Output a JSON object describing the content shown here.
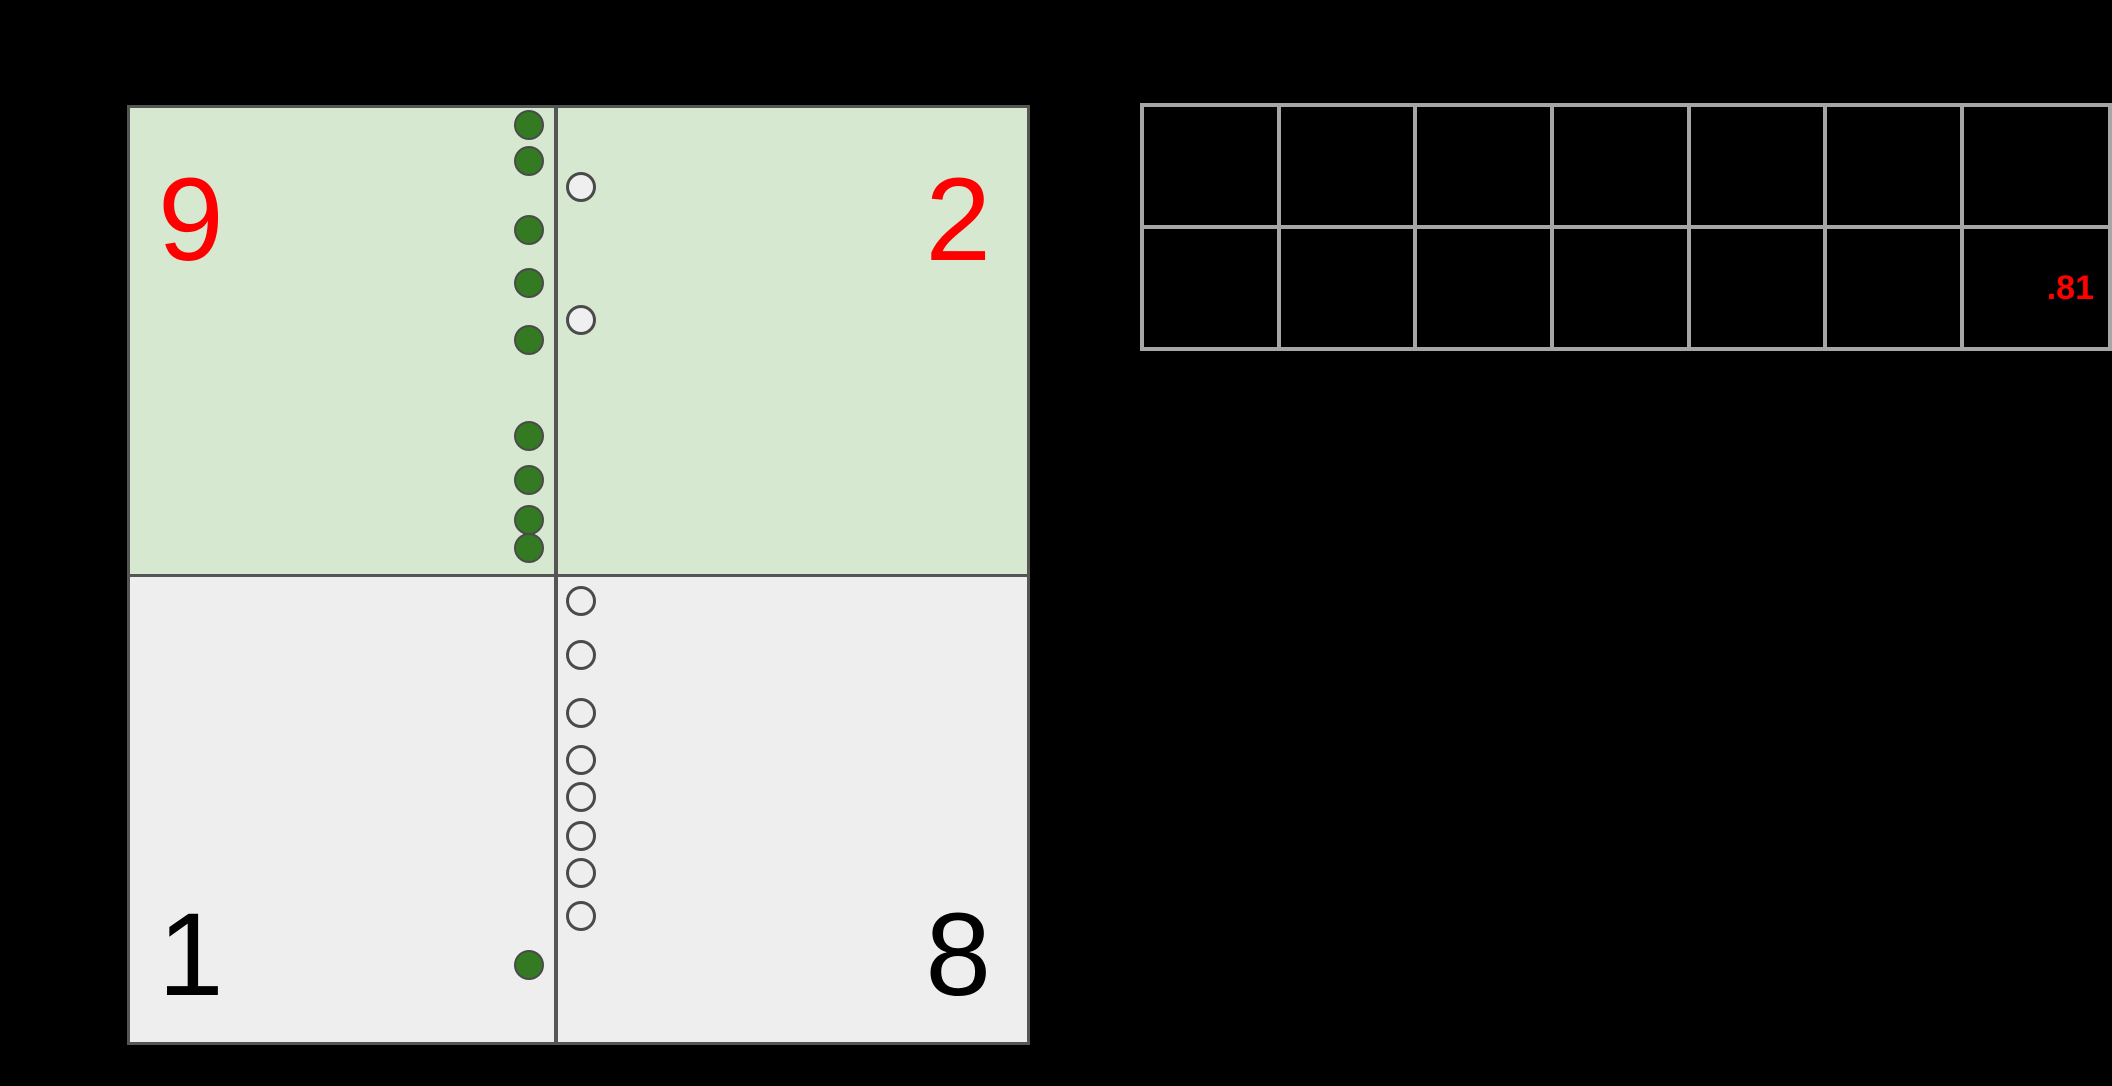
{
  "chart_data": {
    "type": "scatter",
    "title": "",
    "xlabel": "",
    "ylabel": "",
    "description": "Two-by-two quadrant panel with a vertical decision-threshold line and a horizontal class-separator line; points plotted as filled green dots (positive class, left of threshold) and open circles (negative class, right of threshold).",
    "quadrants": [
      {
        "position": "top-left",
        "count": "9",
        "count_value": 9,
        "color": "#ff0000",
        "background": "#d7e8d1"
      },
      {
        "position": "top-right",
        "count": "2",
        "count_value": 2,
        "color": "#ff0000",
        "background": "#d7e8d1"
      },
      {
        "position": "bottom-left",
        "count": "1",
        "count_value": 1,
        "color": "#000000",
        "background": "#eeeeee"
      },
      {
        "position": "bottom-right",
        "count": "8",
        "count_value": 8,
        "color": "#000000",
        "background": "#eeeeee"
      }
    ],
    "series": [
      {
        "name": "filled-green-dots",
        "marker": "filled-circle",
        "color": "#337a23",
        "count": 10,
        "points_pct": [
          {
            "x": 44.5,
            "y": 1.8
          },
          {
            "x": 44.5,
            "y": 5.7
          },
          {
            "x": 44.5,
            "y": 13.1
          },
          {
            "x": 44.5,
            "y": 18.7
          },
          {
            "x": 44.5,
            "y": 24.8
          },
          {
            "x": 44.5,
            "y": 35.1
          },
          {
            "x": 44.5,
            "y": 39.8
          },
          {
            "x": 44.5,
            "y": 44.1
          },
          {
            "x": 44.5,
            "y": 47.1
          },
          {
            "x": 44.5,
            "y": 91.8
          }
        ]
      },
      {
        "name": "open-circles",
        "marker": "open-circle",
        "color": "#4a4a4a",
        "count": 10,
        "points_pct": [
          {
            "x": 50.3,
            "y": 8.5
          },
          {
            "x": 50.3,
            "y": 22.7
          },
          {
            "x": 50.3,
            "y": 52.8
          },
          {
            "x": 50.3,
            "y": 58.6
          },
          {
            "x": 50.3,
            "y": 64.8
          },
          {
            "x": 50.3,
            "y": 69.8
          },
          {
            "x": 50.3,
            "y": 73.8
          },
          {
            "x": 50.3,
            "y": 77.9
          },
          {
            "x": 50.3,
            "y": 81.9
          },
          {
            "x": 50.3,
            "y": 86.5
          }
        ]
      }
    ],
    "threshold_line": {
      "orientation": "vertical",
      "x_pct": 47.3,
      "color": "#555555"
    },
    "class_separator": {
      "orientation": "horizontal",
      "y_pct": 50,
      "color": "#555555"
    },
    "grid": false,
    "legend": "none"
  },
  "panel": {
    "name": "quadrant-panel",
    "border_color": "#555555",
    "quadrant_top_left_label": "9",
    "quadrant_top_right_label": "2",
    "quadrant_bottom_left_label": "1",
    "quadrant_bottom_right_label": "8"
  },
  "metric_table": {
    "columns": 7,
    "rows": 2,
    "grid_color": "#a6a6a6",
    "cell_background": "#000000",
    "value_color": "#ff0000",
    "cells": [
      [
        "",
        "",
        "",
        "",
        "",
        "",
        ""
      ],
      [
        "",
        "",
        "",
        "",
        "",
        "",
        ".81"
      ]
    ]
  }
}
